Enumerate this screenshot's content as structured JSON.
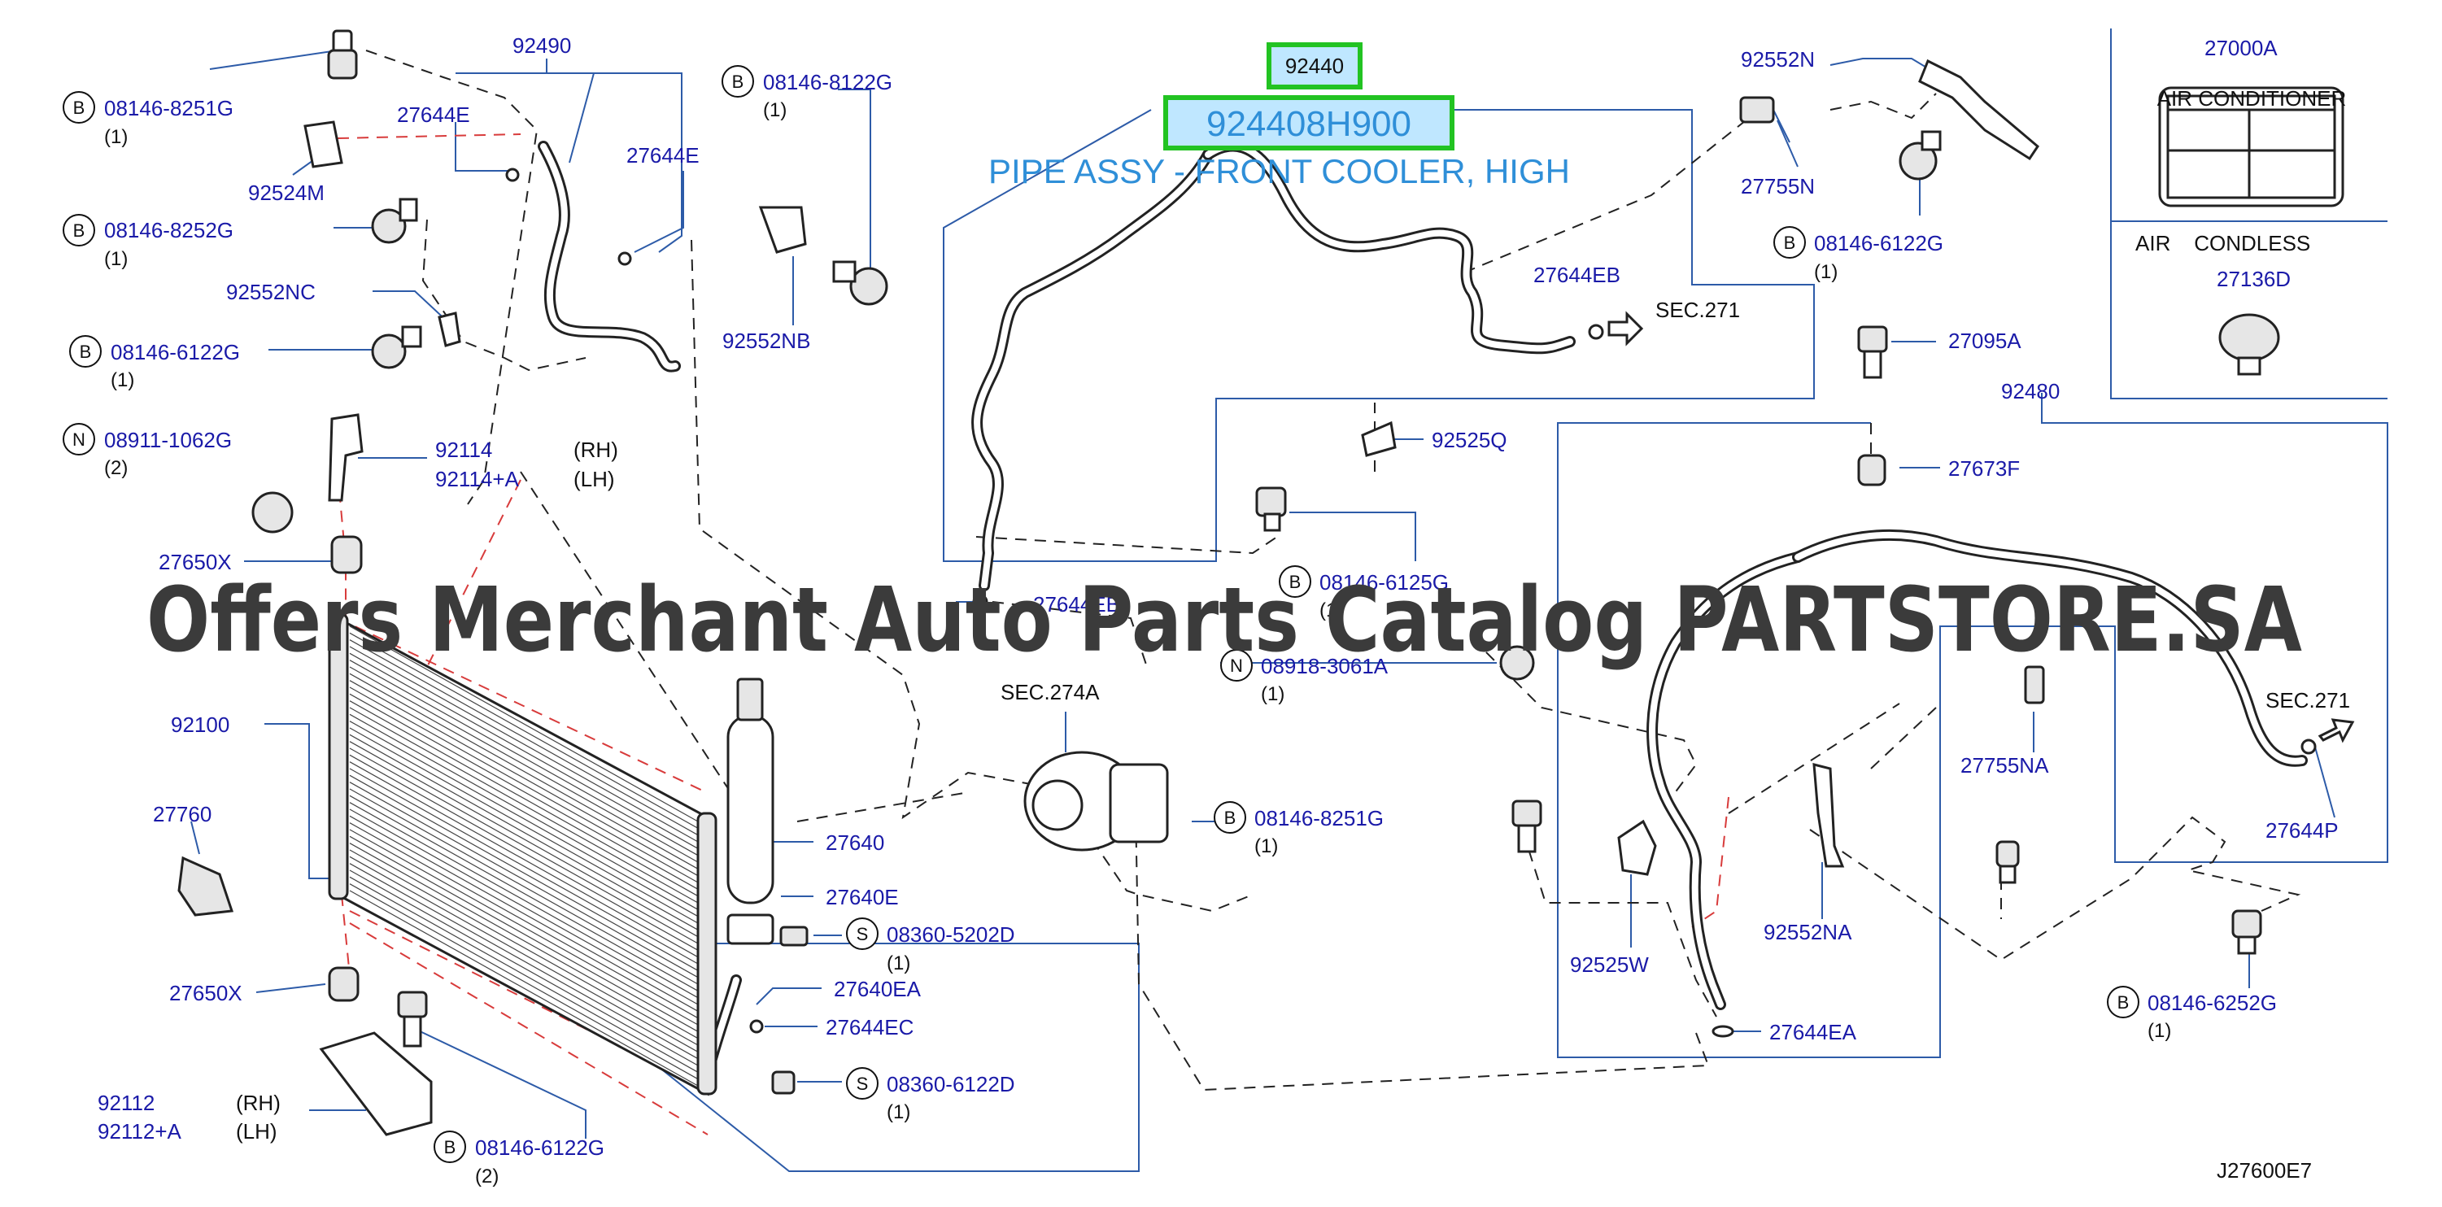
{
  "watermark": "Offers Merchant Auto Parts Catalog PARTSTORE.SA",
  "diagram_code": "J27600E7",
  "highlight": {
    "part_number": "92440",
    "full_part_number": "924408H900",
    "description": "PIPE ASSY - FRONT COOLER, HIGH"
  },
  "sec_refs": {
    "sec271_top": "SEC.271",
    "sec271_right": "SEC.271",
    "sec274a": "SEC.274A"
  },
  "inset": {
    "part": "27000A",
    "label_header": "AIR    CONDITIONER",
    "cond_title": "AIR    CONDLESS",
    "cond_part": "27136D"
  },
  "labels": {
    "p92490": "92490",
    "p27644E": "27644E",
    "p27644E_b": "27644E",
    "p92524M": "92524M",
    "p92552NC": "92552NC",
    "p92552NB": "92552NB",
    "p92114": "92114",
    "p92114A": "92114+A",
    "rh1": "(RH)",
    "lh1": "(LH)",
    "p27650X_top": "27650X",
    "p92100": "92100",
    "p27760": "27760",
    "p27650X_bot": "27650X",
    "p92112": "92112",
    "p92112A": "92112+A",
    "rh2": "(RH)",
    "lh2": "(LH)",
    "p27640": "27640",
    "p27640E": "27640E",
    "p27640EA": "27640EA",
    "p27644EC": "27644EC",
    "p27644EB_top": "27644EB",
    "p27644EB_mid": "27644EB",
    "p92525Q": "92525Q",
    "p92552N": "92552N",
    "p27755N": "27755N",
    "p27095A": "27095A",
    "p92480": "92480",
    "p27673F": "27673F",
    "p27755NA": "27755NA",
    "p27644P": "27644P",
    "p92525W": "92525W",
    "p92552NA": "92552NA",
    "p27644EA": "27644EA"
  },
  "bolts": [
    {
      "prefix": "B",
      "part": "08146-8251G",
      "qty": "(1)"
    },
    {
      "prefix": "B",
      "part": "08146-8252G",
      "qty": "(1)"
    },
    {
      "prefix": "B",
      "part": "08146-6122G",
      "qty": "(1)"
    },
    {
      "prefix": "N",
      "part": "08911-1062G",
      "qty": "(2)"
    },
    {
      "prefix": "B",
      "part": "08146-8122G",
      "qty": "(1)"
    },
    {
      "prefix": "B",
      "part": "08146-6122G",
      "qty": "(1)"
    },
    {
      "prefix": "B",
      "part": "08146-6125G",
      "qty": "(1)"
    },
    {
      "prefix": "N",
      "part": "08918-3061A",
      "qty": "(1)"
    },
    {
      "prefix": "B",
      "part": "08146-8251G",
      "qty": "(1)"
    },
    {
      "prefix": "S",
      "part": "08360-5202D",
      "qty": "(1)"
    },
    {
      "prefix": "S",
      "part": "08360-6122D",
      "qty": "(1)"
    },
    {
      "prefix": "B",
      "part": "08146-6122G",
      "qty": "(2)"
    },
    {
      "prefix": "B",
      "part": "08146-6252G",
      "qty": "(1)"
    }
  ],
  "colors": {
    "part_number_text": "#1a1aa8",
    "leader_line": "#2d5ba8",
    "highlight_box": "#22c322",
    "highlight_text": "#2f8fd8",
    "red_dash": "#d83b3b"
  }
}
